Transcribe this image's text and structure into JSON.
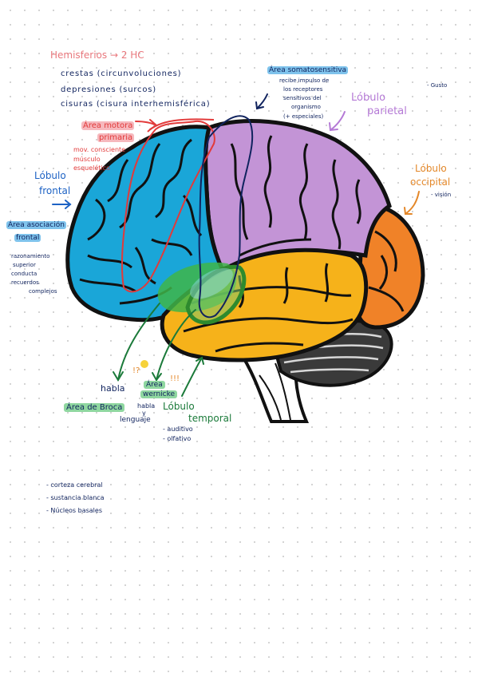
{
  "title": {
    "main": "Hemisferios → 2 HC",
    "items": [
      "crestas (circunvoluciones)",
      "depresiones (surcos)",
      "cisuras (cisura interhemisférica)"
    ]
  },
  "motor_area": {
    "label_line1": "Área motora",
    "label_line2": "primaria",
    "desc": [
      "mov. consciente",
      "músculo",
      "esquelético"
    ]
  },
  "frontal_lobe": {
    "line1": "Lóbulo",
    "line2": "frontal"
  },
  "frontal_assoc": {
    "line1": "Área asociación",
    "line2": "frontal",
    "desc": [
      "razonamiento",
      "superior",
      "conducta",
      "recuerdos",
      "complejos"
    ]
  },
  "somatosensory": {
    "label": "Área somatosensitiva",
    "desc": [
      "recibe impulso de",
      "los receptores",
      "sensitivos del",
      "organismo",
      "(+ especiales)"
    ]
  },
  "parietal_lobe": {
    "line1": "Lóbulo",
    "line2": "parietal",
    "note": "- Gusto"
  },
  "occipital_lobe": {
    "line1": "Lóbulo",
    "line2": "occipital",
    "note": "- visión"
  },
  "temporal": {
    "broca": "Área de Broca",
    "habla": "habla",
    "wernicke_line1": "Área",
    "wernicke_line2": "wernicke",
    "habla_y": "habla",
    "y": "y",
    "lenguaje": "lenguaje",
    "lobe_line1": "Lóbulo",
    "lobe_line2": "temporal",
    "notes": [
      "- auditivo",
      "- olfativo"
    ],
    "marker1": "!?",
    "marker2": "!!!"
  },
  "bottom_list": [
    "- corteza cerebral",
    "- sustancia blanca",
    "- Núcleos basales"
  ],
  "colors": {
    "frontal": "#1aa6d8",
    "parietal": "#c394d6",
    "occipital": "#f08228",
    "temporal": "#f6b21a",
    "cerebellum": "#3a3a3a",
    "pen_navy": "#10235e",
    "pen_red": "#e23a3a",
    "pen_green": "#1b7a3a"
  }
}
